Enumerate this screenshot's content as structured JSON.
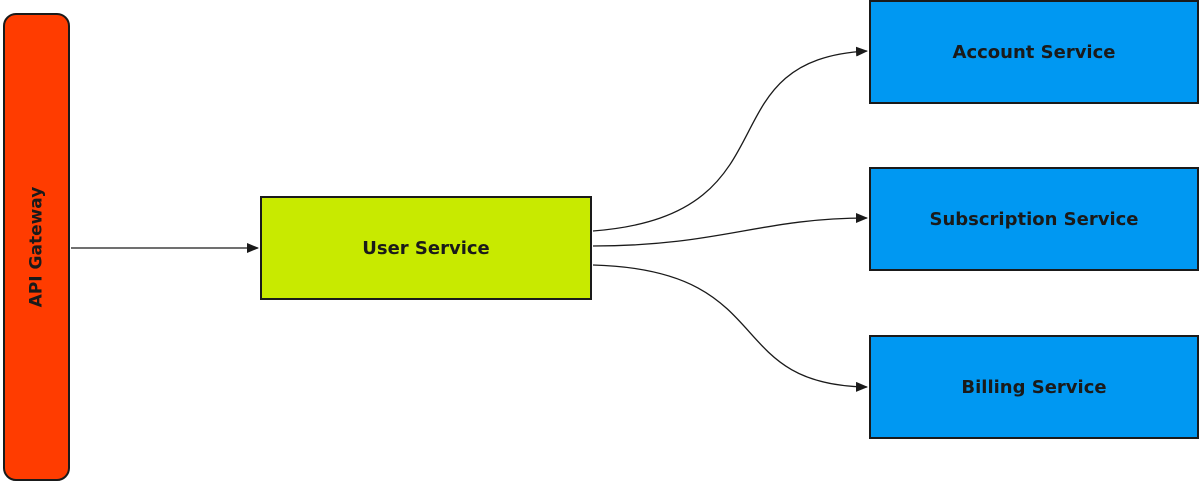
{
  "nodes": {
    "gateway": {
      "label": "API Gateway",
      "color": "#ff3c00"
    },
    "user_service": {
      "label": "User Service",
      "color": "#c8ea00"
    },
    "account_service": {
      "label": "Account Service",
      "color": "#0098f2"
    },
    "subscription_service": {
      "label": "Subscription Service",
      "color": "#0098f2"
    },
    "billing_service": {
      "label": "Billing Service",
      "color": "#0098f2"
    }
  },
  "edges": [
    {
      "from": "API Gateway",
      "to": "User Service"
    },
    {
      "from": "User Service",
      "to": "Account Service"
    },
    {
      "from": "User Service",
      "to": "Subscription Service"
    },
    {
      "from": "User Service",
      "to": "Billing Service"
    }
  ],
  "colors": {
    "line": "#1a1a1a",
    "border": "#1a1a1a"
  }
}
